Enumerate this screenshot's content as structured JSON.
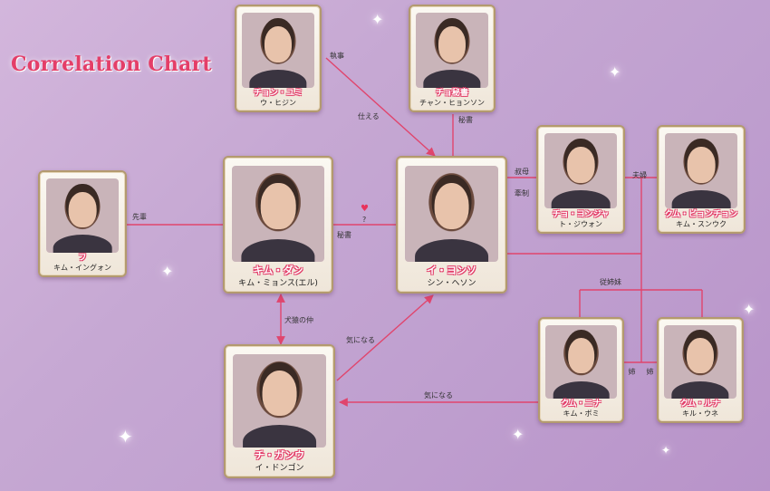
{
  "title": "Correlation Chart",
  "characters": {
    "woo": {
      "role": "チョン・ユミ",
      "actor": "ウ・ヒジン"
    },
    "ahn": {
      "role": "チョ秘書",
      "actor": "チャン・ヒョンソン"
    },
    "kim_i": {
      "role": "フ",
      "actor": "キム・イングォン"
    },
    "dan": {
      "role": "キム・ダン",
      "actor": "キム・ミョンス(エル)"
    },
    "yeon": {
      "role": "イ・ヨンソ",
      "actor": "シン・ヘソン"
    },
    "jung": {
      "role": "チョ・ヨンジャ",
      "actor": "ト・ジウォン"
    },
    "geum": {
      "role": "クム・ビョンチョン",
      "actor": "キム・スンウク"
    },
    "bomi": {
      "role": "クム・ニナ",
      "actor": "キム・ボミ"
    },
    "runa": {
      "role": "クム・ルナ",
      "actor": "キル・ウネ"
    },
    "gang": {
      "role": "チ・ガンウ",
      "actor": "イ・ドンゴン"
    }
  },
  "relations": {
    "shitsuji": "執事",
    "tsukaeru": "仕える",
    "hisho_top": "秘書",
    "shuku": "叔母",
    "kensei": "牽制",
    "fufu": "夫婦",
    "senpai": "先輩",
    "hisho_mid": "秘書",
    "q": "?",
    "jukeimai": "従姉妹",
    "kenen": "犬猿の仲",
    "kininaru1": "気になる",
    "kininaru2": "気になる",
    "shimai1": "姉",
    "shimai2": "姉"
  }
}
